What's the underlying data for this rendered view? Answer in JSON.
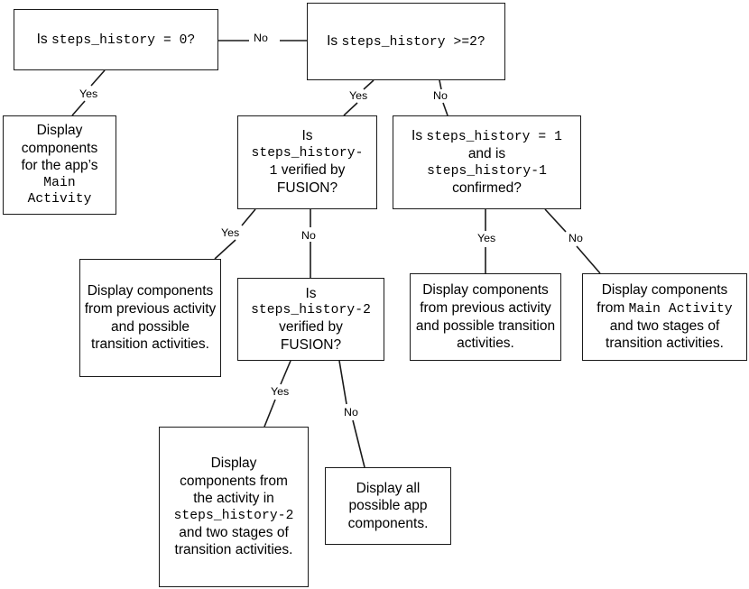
{
  "diagram": {
    "title": "steps_history decision tree",
    "line_color": "#1a1a1a",
    "background": "#ffffff",
    "nodes": {
      "root": {
        "type": "decision",
        "plain_prefix": "Is ",
        "code": "steps_history = 0?"
      },
      "ge2": {
        "type": "decision",
        "plain_prefix": "Is ",
        "code": "steps_history >=2?"
      },
      "main_activity": {
        "type": "outcome",
        "line1": "Display",
        "line2": "components",
        "line3": "for the app’s",
        "code1": "Main",
        "code2": "Activity"
      },
      "sh1_fusion": {
        "type": "decision",
        "line1": "Is",
        "code1": "steps_history-",
        "code2": "1",
        "line2": " verified by",
        "line3": "FUSION?"
      },
      "sh_eq_1": {
        "type": "decision",
        "plain_prefix": "Is ",
        "code1": "steps_history = 1",
        "line2": "and is",
        "code2": "steps_history-1",
        "line3": "confirmed?"
      },
      "prev_activity_1": {
        "type": "outcome",
        "text": "Display components from previous activity and possible transition activities."
      },
      "sh2_fusion": {
        "type": "decision",
        "line1": "Is",
        "code1": "steps_history-2",
        "line2": "verified by",
        "line3": "FUSION?"
      },
      "prev_activity_2": {
        "type": "outcome",
        "text": "Display components from previous activity and possible transition activities."
      },
      "main_activity_2": {
        "type": "outcome",
        "line1": "Display components",
        "line2_prefix": "from ",
        "code1": "Main Activity",
        "line3": "and two stages of",
        "line4": "transition activities."
      },
      "sh2_activity": {
        "type": "outcome",
        "line1": "Display",
        "line2": "components from",
        "line3": "the activity in",
        "code1": "steps_history-2",
        "line4": "and two stages of",
        "line5": "transition activities."
      },
      "all_components": {
        "type": "outcome",
        "line1": "Display all",
        "line2": "possible app",
        "line3": "components."
      }
    },
    "edges": {
      "root_no": "No",
      "root_yes": "Yes",
      "ge2_yes": "Yes",
      "ge2_no": "No",
      "fusion1_yes": "Yes",
      "fusion1_no": "No",
      "eq1_yes": "Yes",
      "eq1_no": "No",
      "fusion2_yes": "Yes",
      "fusion2_no": "No"
    }
  }
}
